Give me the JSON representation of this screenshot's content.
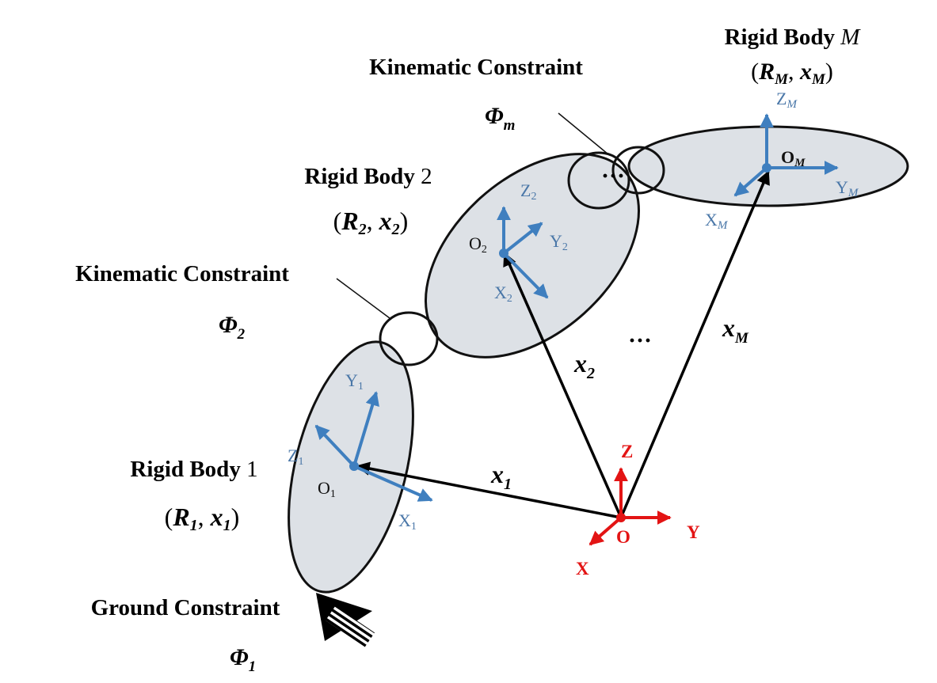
{
  "colors": {
    "body_fill": "#dde1e6",
    "outline": "#111111",
    "local_frame": "#3f7fbf",
    "local_text": "#4a77a8",
    "global_frame": "#e31414",
    "vector": "#000000"
  },
  "bodies": {
    "body1": {
      "title": "Rigid Body",
      "index": "1",
      "R": "R",
      "Rsub": "1",
      "x": "x",
      "xsub": "1"
    },
    "body2": {
      "title": "Rigid Body",
      "index": "2",
      "R": "R",
      "Rsub": "2",
      "x": "x",
      "xsub": "2"
    },
    "bodyM": {
      "title": "Rigid Body",
      "index": "M",
      "R": "R",
      "Rsub": "M",
      "x": "x",
      "xsub": "M"
    }
  },
  "constraints": {
    "ground": {
      "label": "Ground Constraint",
      "symbol": "Φ",
      "sub": "1"
    },
    "kin2": {
      "label": "Kinematic Constraint",
      "symbol": "Φ",
      "sub": "2"
    },
    "kinm": {
      "label": "Kinematic Constraint",
      "symbol": "Φ",
      "sub": "m"
    }
  },
  "frames": {
    "f1": {
      "origin": "O",
      "origin_sub": "1",
      "x": "X",
      "x_sub": "1",
      "y": "Y",
      "y_sub": "1",
      "z": "Z",
      "z_sub": "1"
    },
    "f2": {
      "origin": "O",
      "origin_sub": "2",
      "x": "X",
      "x_sub": "2",
      "y": "Y",
      "y_sub": "2",
      "z": "Z",
      "z_sub": "2"
    },
    "fM": {
      "origin": "O",
      "origin_sub": "M",
      "x": "X",
      "x_sub": "M",
      "y": "Y",
      "y_sub": "M",
      "z": "Z",
      "z_sub": "M"
    },
    "global": {
      "origin": "O",
      "x": "X",
      "y": "Y",
      "z": "Z"
    }
  },
  "vectors": {
    "v1": {
      "name": "x",
      "sub": "1"
    },
    "v2": {
      "name": "x",
      "sub": "2"
    },
    "vM": {
      "name": "x",
      "sub": "M"
    }
  },
  "ellipsis": "···",
  "ellipsis_mid": "···"
}
